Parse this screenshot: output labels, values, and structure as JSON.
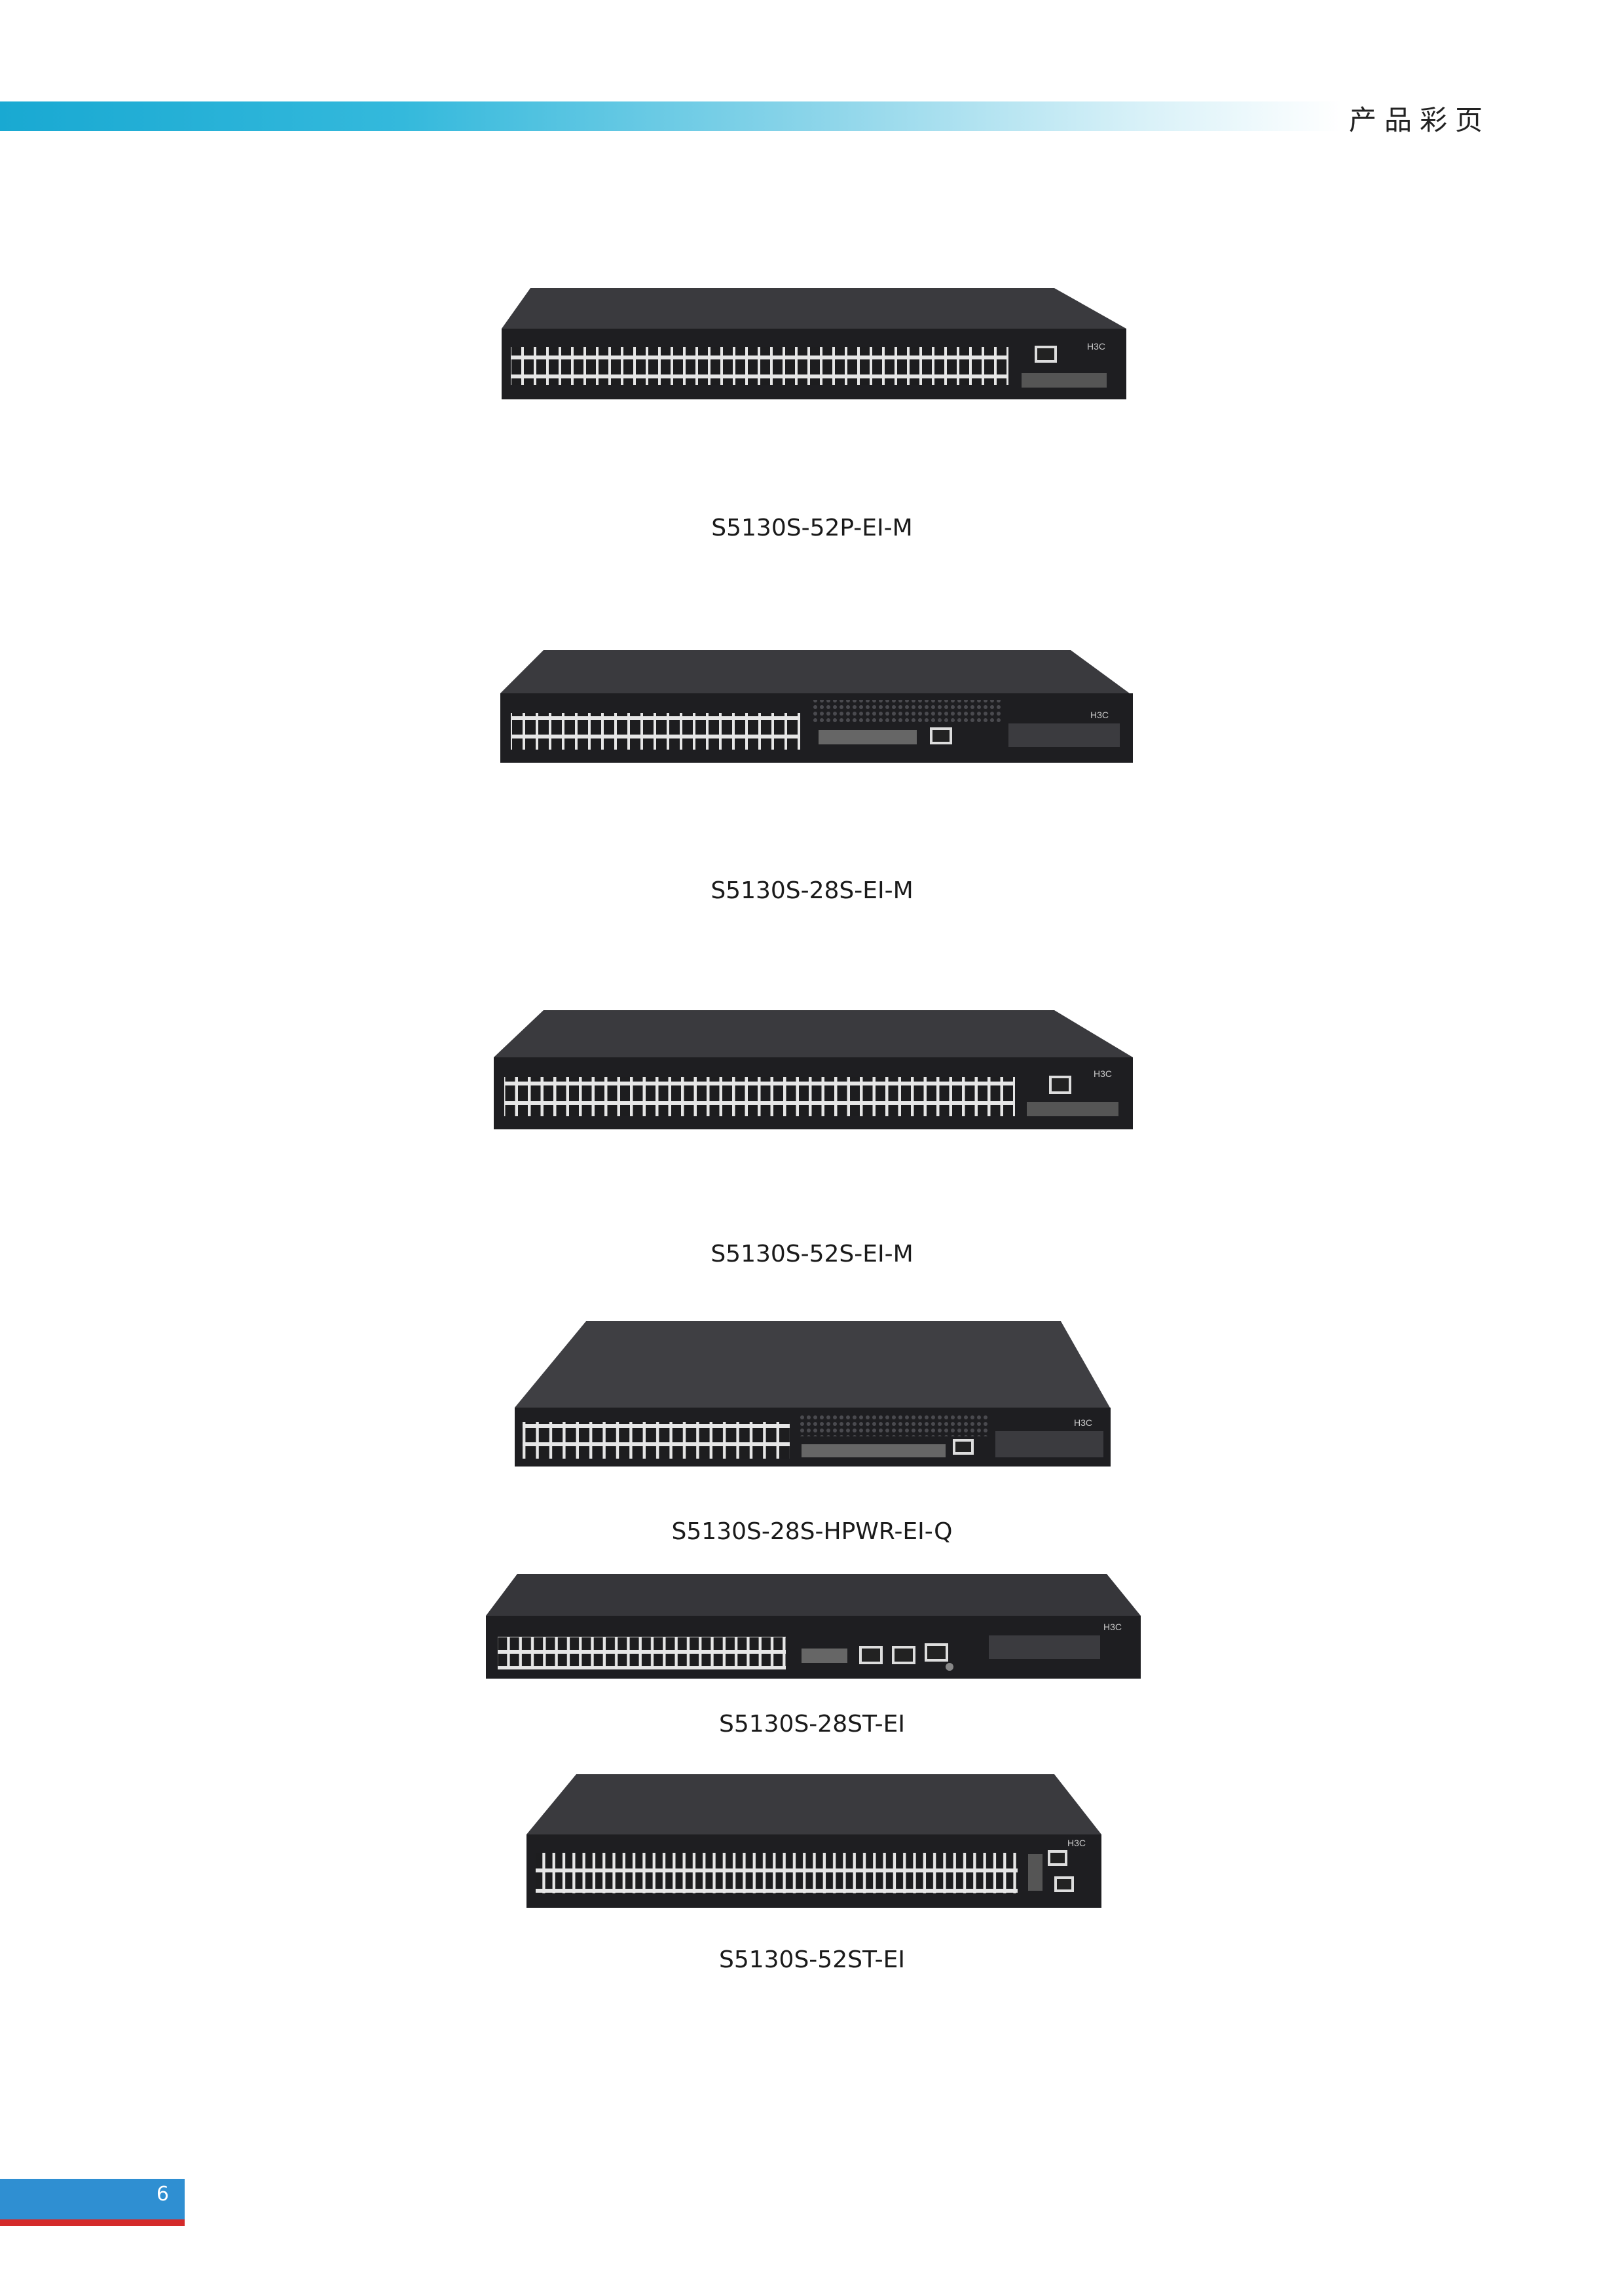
{
  "header": {
    "section_title": "产品彩页"
  },
  "products": [
    {
      "caption": "S5130S-52P-EI-M"
    },
    {
      "caption": "S5130S-28S-EI-M"
    },
    {
      "caption": "S5130S-52S-EI-M"
    },
    {
      "caption": "S5130S-28S-HPWR-EI-Q"
    },
    {
      "caption": "S5130S-28ST-EI"
    },
    {
      "caption": "S5130S-52ST-EI"
    }
  ],
  "footer": {
    "page_number": "6"
  },
  "colors": {
    "accent_blue": "#19a9d2",
    "tab_blue": "#2f8fd2",
    "tab_red": "#d42a2a",
    "chassis": "#2b2b2e"
  }
}
